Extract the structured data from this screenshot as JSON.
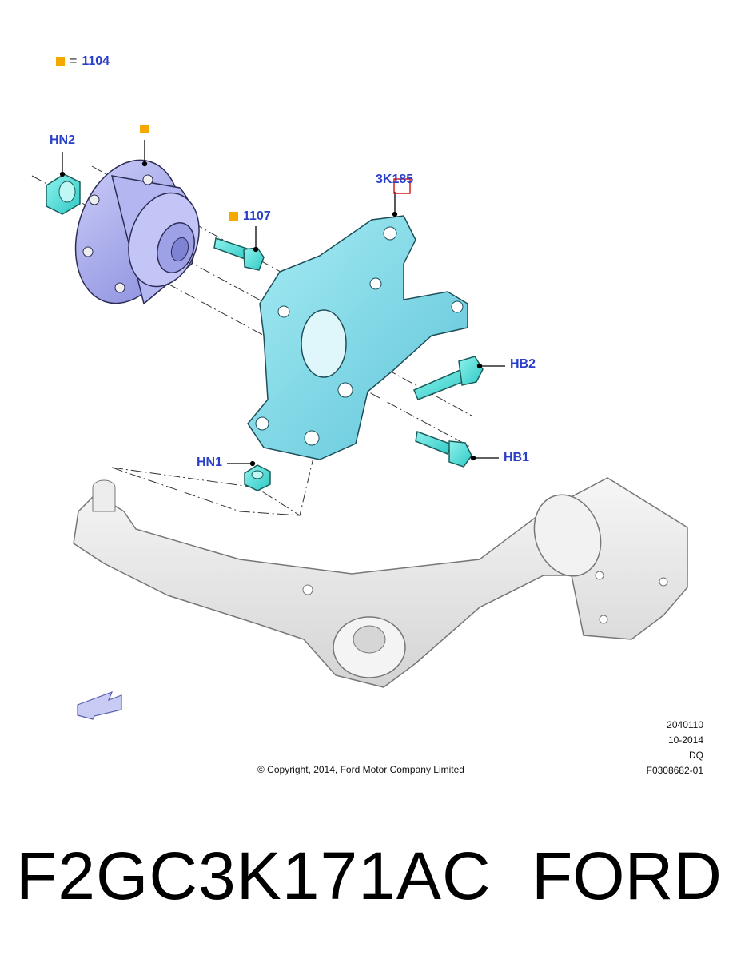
{
  "legend": {
    "marker_color": "#f5a800",
    "equals": "=",
    "ref": "1104"
  },
  "callouts": {
    "hn2": "HN2",
    "hub_marker": "",
    "bolt_1107": "1107",
    "knuckle": "3K185",
    "hb2": "HB2",
    "hb1": "HB1",
    "hn1": "HN1"
  },
  "meta": {
    "code": "2040110",
    "date": "10-2014",
    "dq": "DQ",
    "fig": "F0308682-01"
  },
  "copyright": "© Copyright, 2014, Ford Motor Company Limited",
  "footer": {
    "part_number": "F2GC3K171AC",
    "brand": "FORD"
  },
  "colors": {
    "callout": "#2a3fc8",
    "hub": "#a9acf0",
    "knuckle": "#7fd9e8",
    "arm": "#e6e6e6",
    "fastener": "#4fe0dc"
  }
}
